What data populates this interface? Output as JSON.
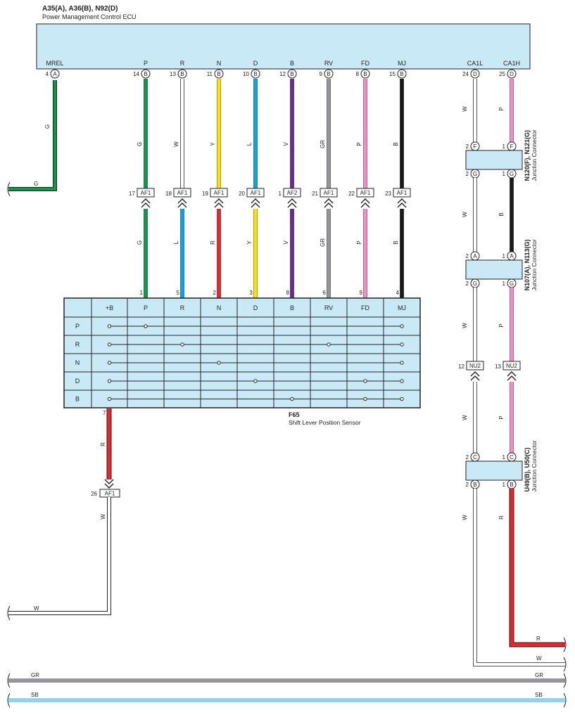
{
  "ecu": {
    "code": "A35(A), A36(B), N92(D)",
    "name": "Power Management Control ECU",
    "pins": [
      {
        "name": "MREL",
        "num": "4",
        "conn": "A"
      },
      {
        "name": "P",
        "num": "14",
        "conn": "B"
      },
      {
        "name": "R",
        "num": "13",
        "conn": "B"
      },
      {
        "name": "N",
        "num": "11",
        "conn": "B"
      },
      {
        "name": "D",
        "num": "10",
        "conn": "B"
      },
      {
        "name": "B",
        "num": "12",
        "conn": "B"
      },
      {
        "name": "RV",
        "num": "9",
        "conn": "B"
      },
      {
        "name": "FD",
        "num": "8",
        "conn": "B"
      },
      {
        "name": "MJ",
        "num": "15",
        "conn": "B"
      },
      {
        "name": "CA1L",
        "num": "24",
        "conn": "D"
      },
      {
        "name": "CA1H",
        "num": "25",
        "conn": "D"
      }
    ]
  },
  "upper_wires": [
    "G",
    "W",
    "Y",
    "L",
    "V",
    "GR",
    "P",
    "B"
  ],
  "lower_wires": [
    "G",
    "L",
    "R",
    "Y",
    "V",
    "GR",
    "P",
    "B"
  ],
  "inline_connectors": [
    {
      "num": "17",
      "name": "AF1"
    },
    {
      "num": "18",
      "name": "AF1"
    },
    {
      "num": "19",
      "name": "AF1"
    },
    {
      "num": "20",
      "name": "AF1"
    },
    {
      "num": "1",
      "name": "AF2"
    },
    {
      "num": "21",
      "name": "AF1"
    },
    {
      "num": "22",
      "name": "AF1"
    },
    {
      "num": "23",
      "name": "AF1"
    }
  ],
  "sensor": {
    "code": "F65",
    "name": "Shift Lever Position Sensor",
    "terminal_pins": [
      "1",
      "5",
      "2",
      "3",
      "8",
      "6",
      "9",
      "4"
    ],
    "columns": [
      "+B",
      "P",
      "R",
      "N",
      "D",
      "B",
      "RV",
      "FD",
      "MJ"
    ],
    "rows": [
      "P",
      "R",
      "N",
      "D",
      "B"
    ],
    "bottom_pin": "7"
  },
  "mrel": {
    "wire_top": "G",
    "wire_bottom": "G"
  },
  "left_branch": {
    "wire_down": "R",
    "connector_num": "26",
    "connector_name": "AF1",
    "wire_after": "W",
    "wire_end": "W"
  },
  "right_side": {
    "junction1": {
      "code": "N120(F), N121(G)",
      "name": "Junction Connector",
      "top_left": "2",
      "top_left_conn": "F",
      "top_right": "1",
      "top_right_conn": "F",
      "bot_left": "2",
      "bot_left_conn": "G",
      "bot_right": "1",
      "bot_right_conn": "G"
    },
    "junction2": {
      "code": "N107(A), N113(G)",
      "name": "Junction Connector",
      "top_left": "2",
      "top_left_conn": "A",
      "top_right": "1",
      "top_right_conn": "A",
      "bot_left": "2",
      "bot_left_conn": "G",
      "bot_right": "1",
      "bot_right_conn": "G"
    },
    "junction3": {
      "code": "U49(B), U50(C)",
      "name": "Junction Connector",
      "top_left": "2",
      "top_left_conn": "C",
      "top_right": "1",
      "top_right_conn": "C",
      "bot_left": "2",
      "bot_left_conn": "B",
      "bot_right": "1",
      "bot_right_conn": "B"
    },
    "nu_left": {
      "num": "12",
      "name": "NU2"
    },
    "nu_right": {
      "num": "13",
      "name": "NU2"
    },
    "wire_l1": "W",
    "wire_r1": "P",
    "wire_l2": "W",
    "wire_r2": "B",
    "wire_l3": "W",
    "wire_r3": "P",
    "wire_l4": "W",
    "wire_r4": "P",
    "wire_l5": "W",
    "wire_r5": "R",
    "end_r": "R",
    "end_w": "W"
  },
  "buses": [
    {
      "name": "GR",
      "color": "#939598"
    },
    {
      "name": "SB",
      "color": "#8fd3f0"
    }
  ],
  "colors": {
    "G": "#0a9a48",
    "W": "#ffffff",
    "Y": "#ffe100",
    "L": "#0aa3e3",
    "V": "#6a2c91",
    "GR": "#939598",
    "P": "#f08fc2",
    "B": "#1a1a1a",
    "R": "#e8262b",
    "panel": "#c9e9f7"
  }
}
